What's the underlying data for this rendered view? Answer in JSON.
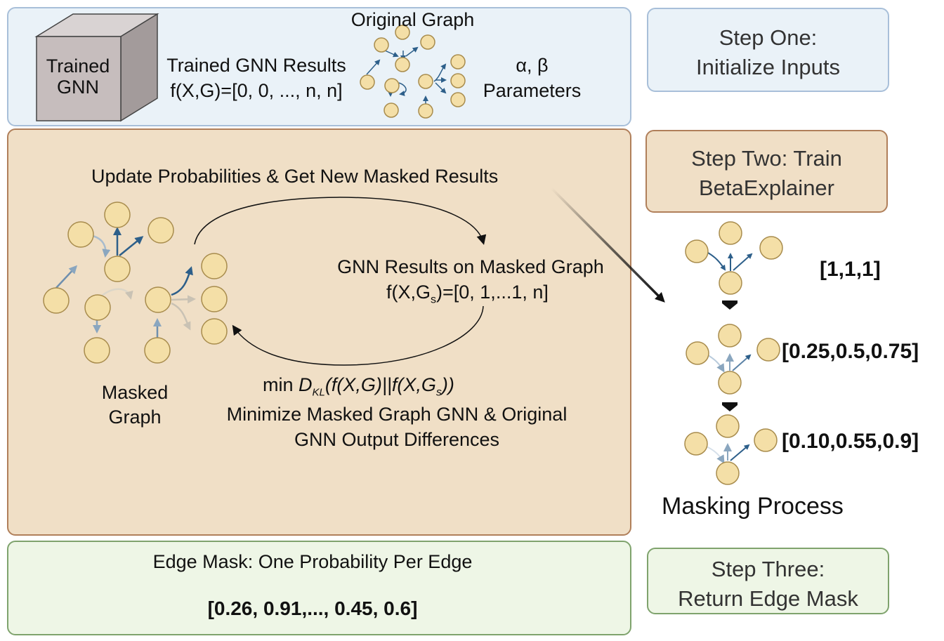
{
  "colors": {
    "blue_bg": "#eaf2f8",
    "blue_border": "#a8bfd9",
    "tan_bg": "#f0dfc6",
    "tan_border": "#b07f5a",
    "green_bg": "#eef6e6",
    "green_border": "#7fa36d",
    "node_fill": "#f4dfa7",
    "edge": "#2d5f8a"
  },
  "init": {
    "cube_label": "Trained\nGNN",
    "results_title": "Trained GNN Results",
    "results_value": "f(X,G)=[0, 0, ..., n, n]",
    "graph_title": "Original Graph",
    "params_symbols": "α, β",
    "params_label": "Parameters"
  },
  "train": {
    "update_text": "Update Probabilities & Get New Masked Results",
    "gnn_results_title": "GNN Results on Masked Graph",
    "gnn_results_value_pre": "f(X,G",
    "gnn_results_value_sub": "s",
    "gnn_results_value_post": ")=[0, 1,...1, n]",
    "min_label": "min",
    "kl_d": "D",
    "kl_sub": "KL",
    "kl_expr_a": "(f(X,G)||f(X,G",
    "kl_expr_sub": "s",
    "kl_expr_b": "))",
    "minimize_line1": "Minimize Masked Graph GNN & Original",
    "minimize_line2": "GNN Output Differences",
    "masked_graph_label": "Masked\nGraph"
  },
  "edge_mask": {
    "title": "Edge Mask: One Probability Per Edge",
    "values": "[0.26, 0.91,..., 0.45, 0.6]"
  },
  "steps": {
    "one": "Step One:\nInitialize Inputs",
    "two": "Step Two: Train\nBetaExplainer",
    "three": "Step Three:\nReturn Edge Mask"
  },
  "masking": {
    "title": "Masking Process",
    "vectors": [
      "[1,1,1]",
      "[0.25,0.5,0.75]",
      "[0.10,0.55,0.9]"
    ]
  }
}
